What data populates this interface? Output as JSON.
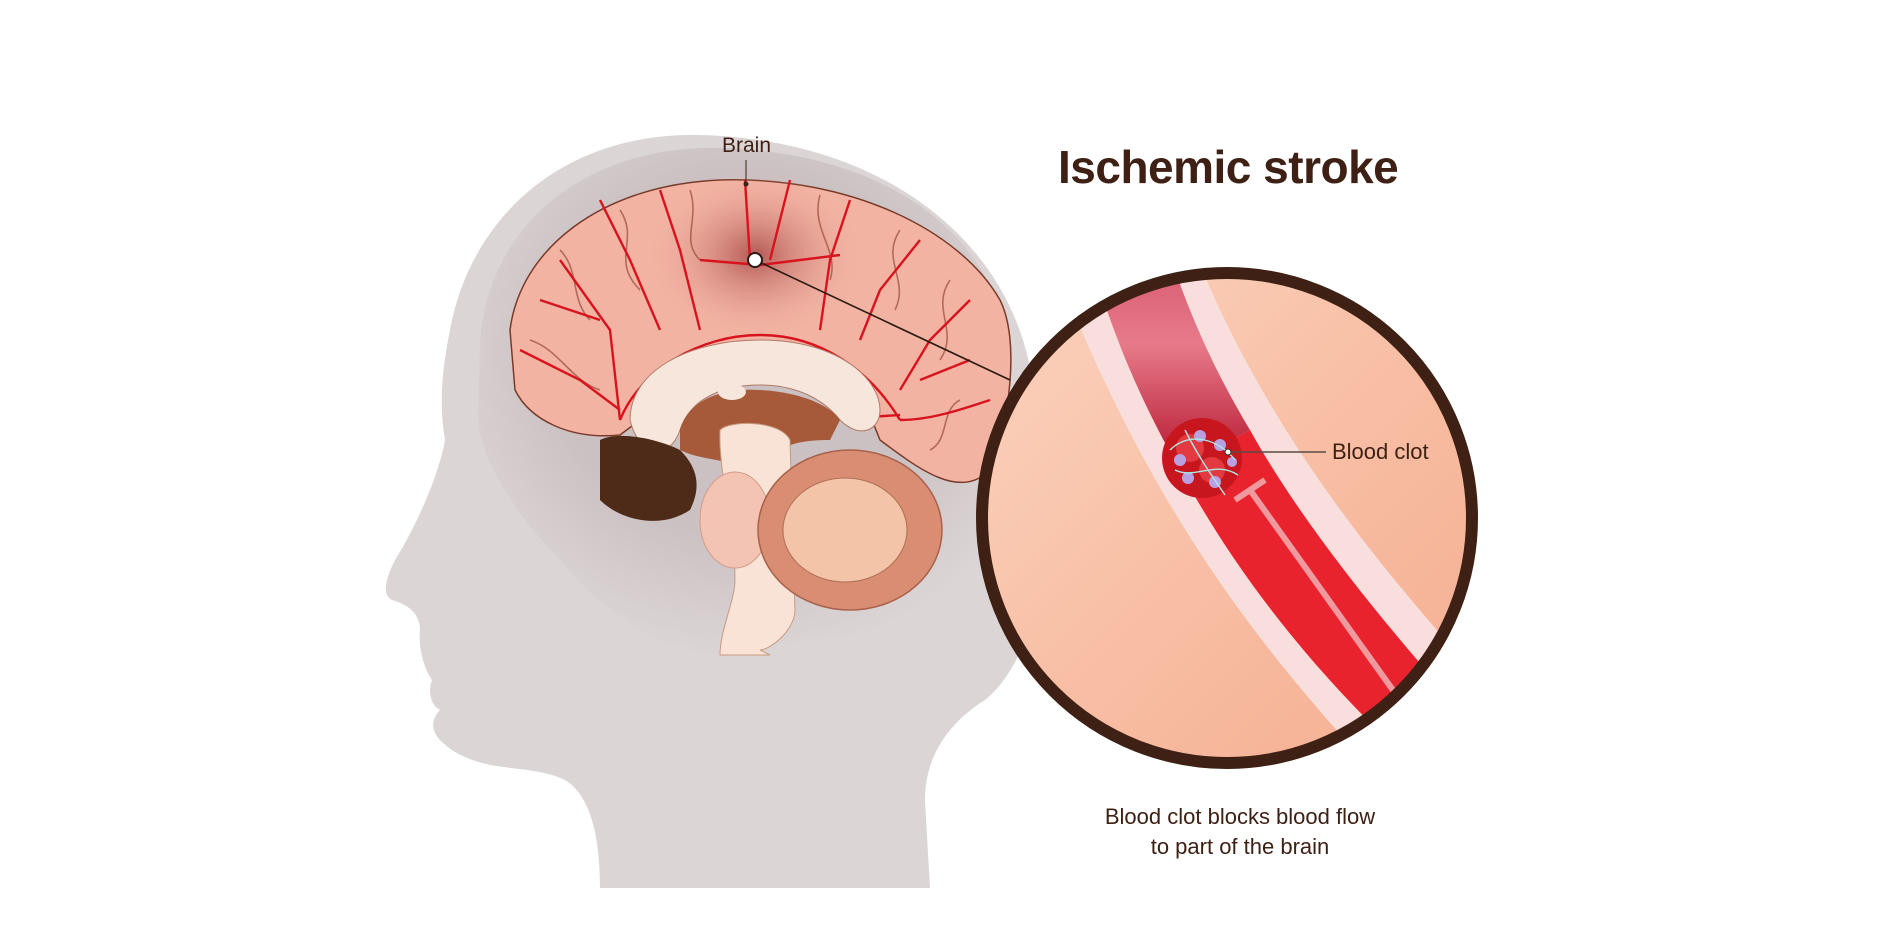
{
  "title": "Ischemic stroke",
  "labels": {
    "brain": "Brain",
    "blood_clot": "Blood clot"
  },
  "caption": {
    "line1": "Blood clot blocks blood flow",
    "line2": "to part of the brain"
  },
  "colors": {
    "title_text": "#3e2114",
    "head_silhouette": "#dcd5d6",
    "brain_tissue": "#f2b3a3",
    "blood_vessel": "#d9131e",
    "magnifier_ring": "#3e2114",
    "magnifier_fill": "#f8bfa5",
    "artery_blood": "#e8232e",
    "artery_wall": "#f8dedd",
    "clot_cells": "#b9a0e0"
  }
}
